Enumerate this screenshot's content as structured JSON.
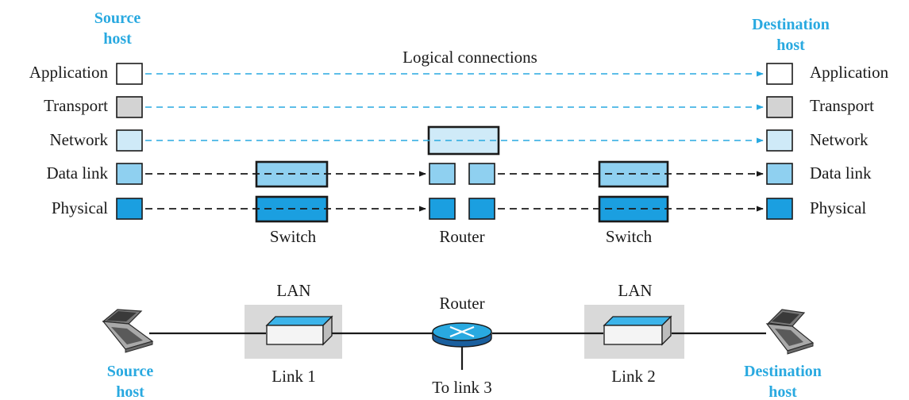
{
  "top_diagram": {
    "source_host_label": [
      "Source",
      "host"
    ],
    "destination_host_label": [
      "Destination",
      "host"
    ],
    "logical_connections_label": "Logical connections",
    "layers_left": [
      "Application",
      "Transport",
      "Network",
      "Data link",
      "Physical"
    ],
    "layers_right": [
      "Application",
      "Transport",
      "Network",
      "Data link",
      "Physical"
    ],
    "device_labels": [
      "Switch",
      "Router",
      "Switch"
    ]
  },
  "bottom_diagram": {
    "lan_left_label": "LAN",
    "lan_right_label": "LAN",
    "router_label": "Router",
    "link1_label": "Link 1",
    "link2_label": "Link 2",
    "link3_label": "To link 3",
    "source_host_label": [
      "Source",
      "host"
    ],
    "destination_host_label": [
      "Destination",
      "host"
    ]
  },
  "colors": {
    "host_label": "#29a9e0",
    "logical_arrow": "#29a9e0",
    "application": "#ffffff",
    "transport": "#d3d3d3",
    "network": "#cfeaf8",
    "data_link": "#8fd0f0",
    "physical": "#1b9fe0",
    "lan_shade": "#d9d9d9"
  }
}
